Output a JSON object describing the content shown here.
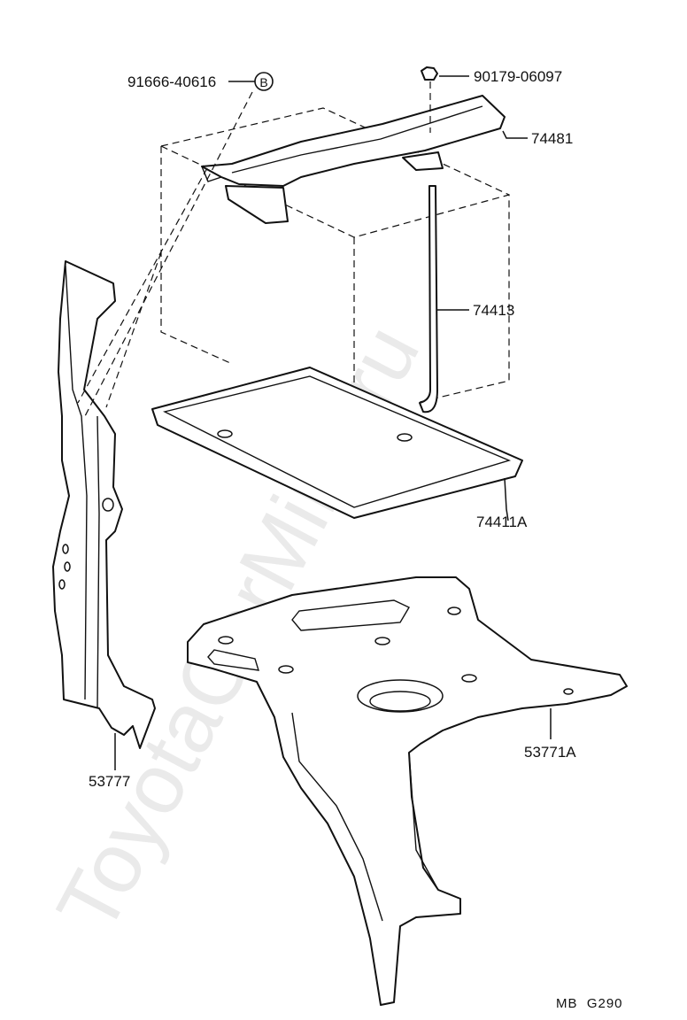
{
  "watermark": "ToyotaCarMine.ru",
  "callout_letter": "B",
  "parts": [
    {
      "number": "91666-40616"
    },
    {
      "number": "90179-06097"
    },
    {
      "number": "74481"
    },
    {
      "number": "74413"
    },
    {
      "number": "74411A"
    },
    {
      "number": "53777"
    },
    {
      "number": "53771A"
    }
  ],
  "reference": "MB  G290"
}
